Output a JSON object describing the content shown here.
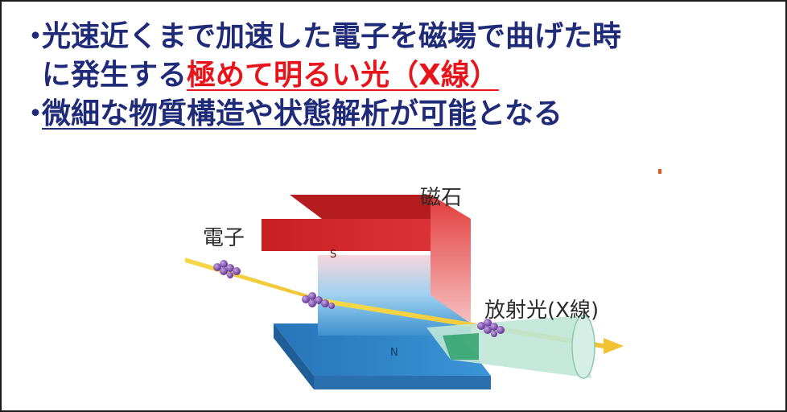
{
  "bullets": [
    {
      "mark": "・",
      "line1": "光速近くまで加速した電子を磁場で曲げた時",
      "line2_pre": "に発生する",
      "line2_highlight": "極めて明るい光（X線）"
    },
    {
      "mark": "・",
      "underlined": "微細な物質構造や状態解析が可能",
      "rest": "となる"
    }
  ],
  "diagram": {
    "label_magnet": "磁石",
    "label_electron": "電子",
    "label_radiation": "放射光(X線)",
    "pole_top": "S",
    "pole_bottom": "N",
    "colors": {
      "magnet_top": "#d62c2c",
      "magnet_bottom": "#2f86c8",
      "gap": "#8fc4ec",
      "beam": "#f2d23c",
      "beam_cone": "#b9e0d2",
      "electron": "#6a3d9a"
    }
  }
}
